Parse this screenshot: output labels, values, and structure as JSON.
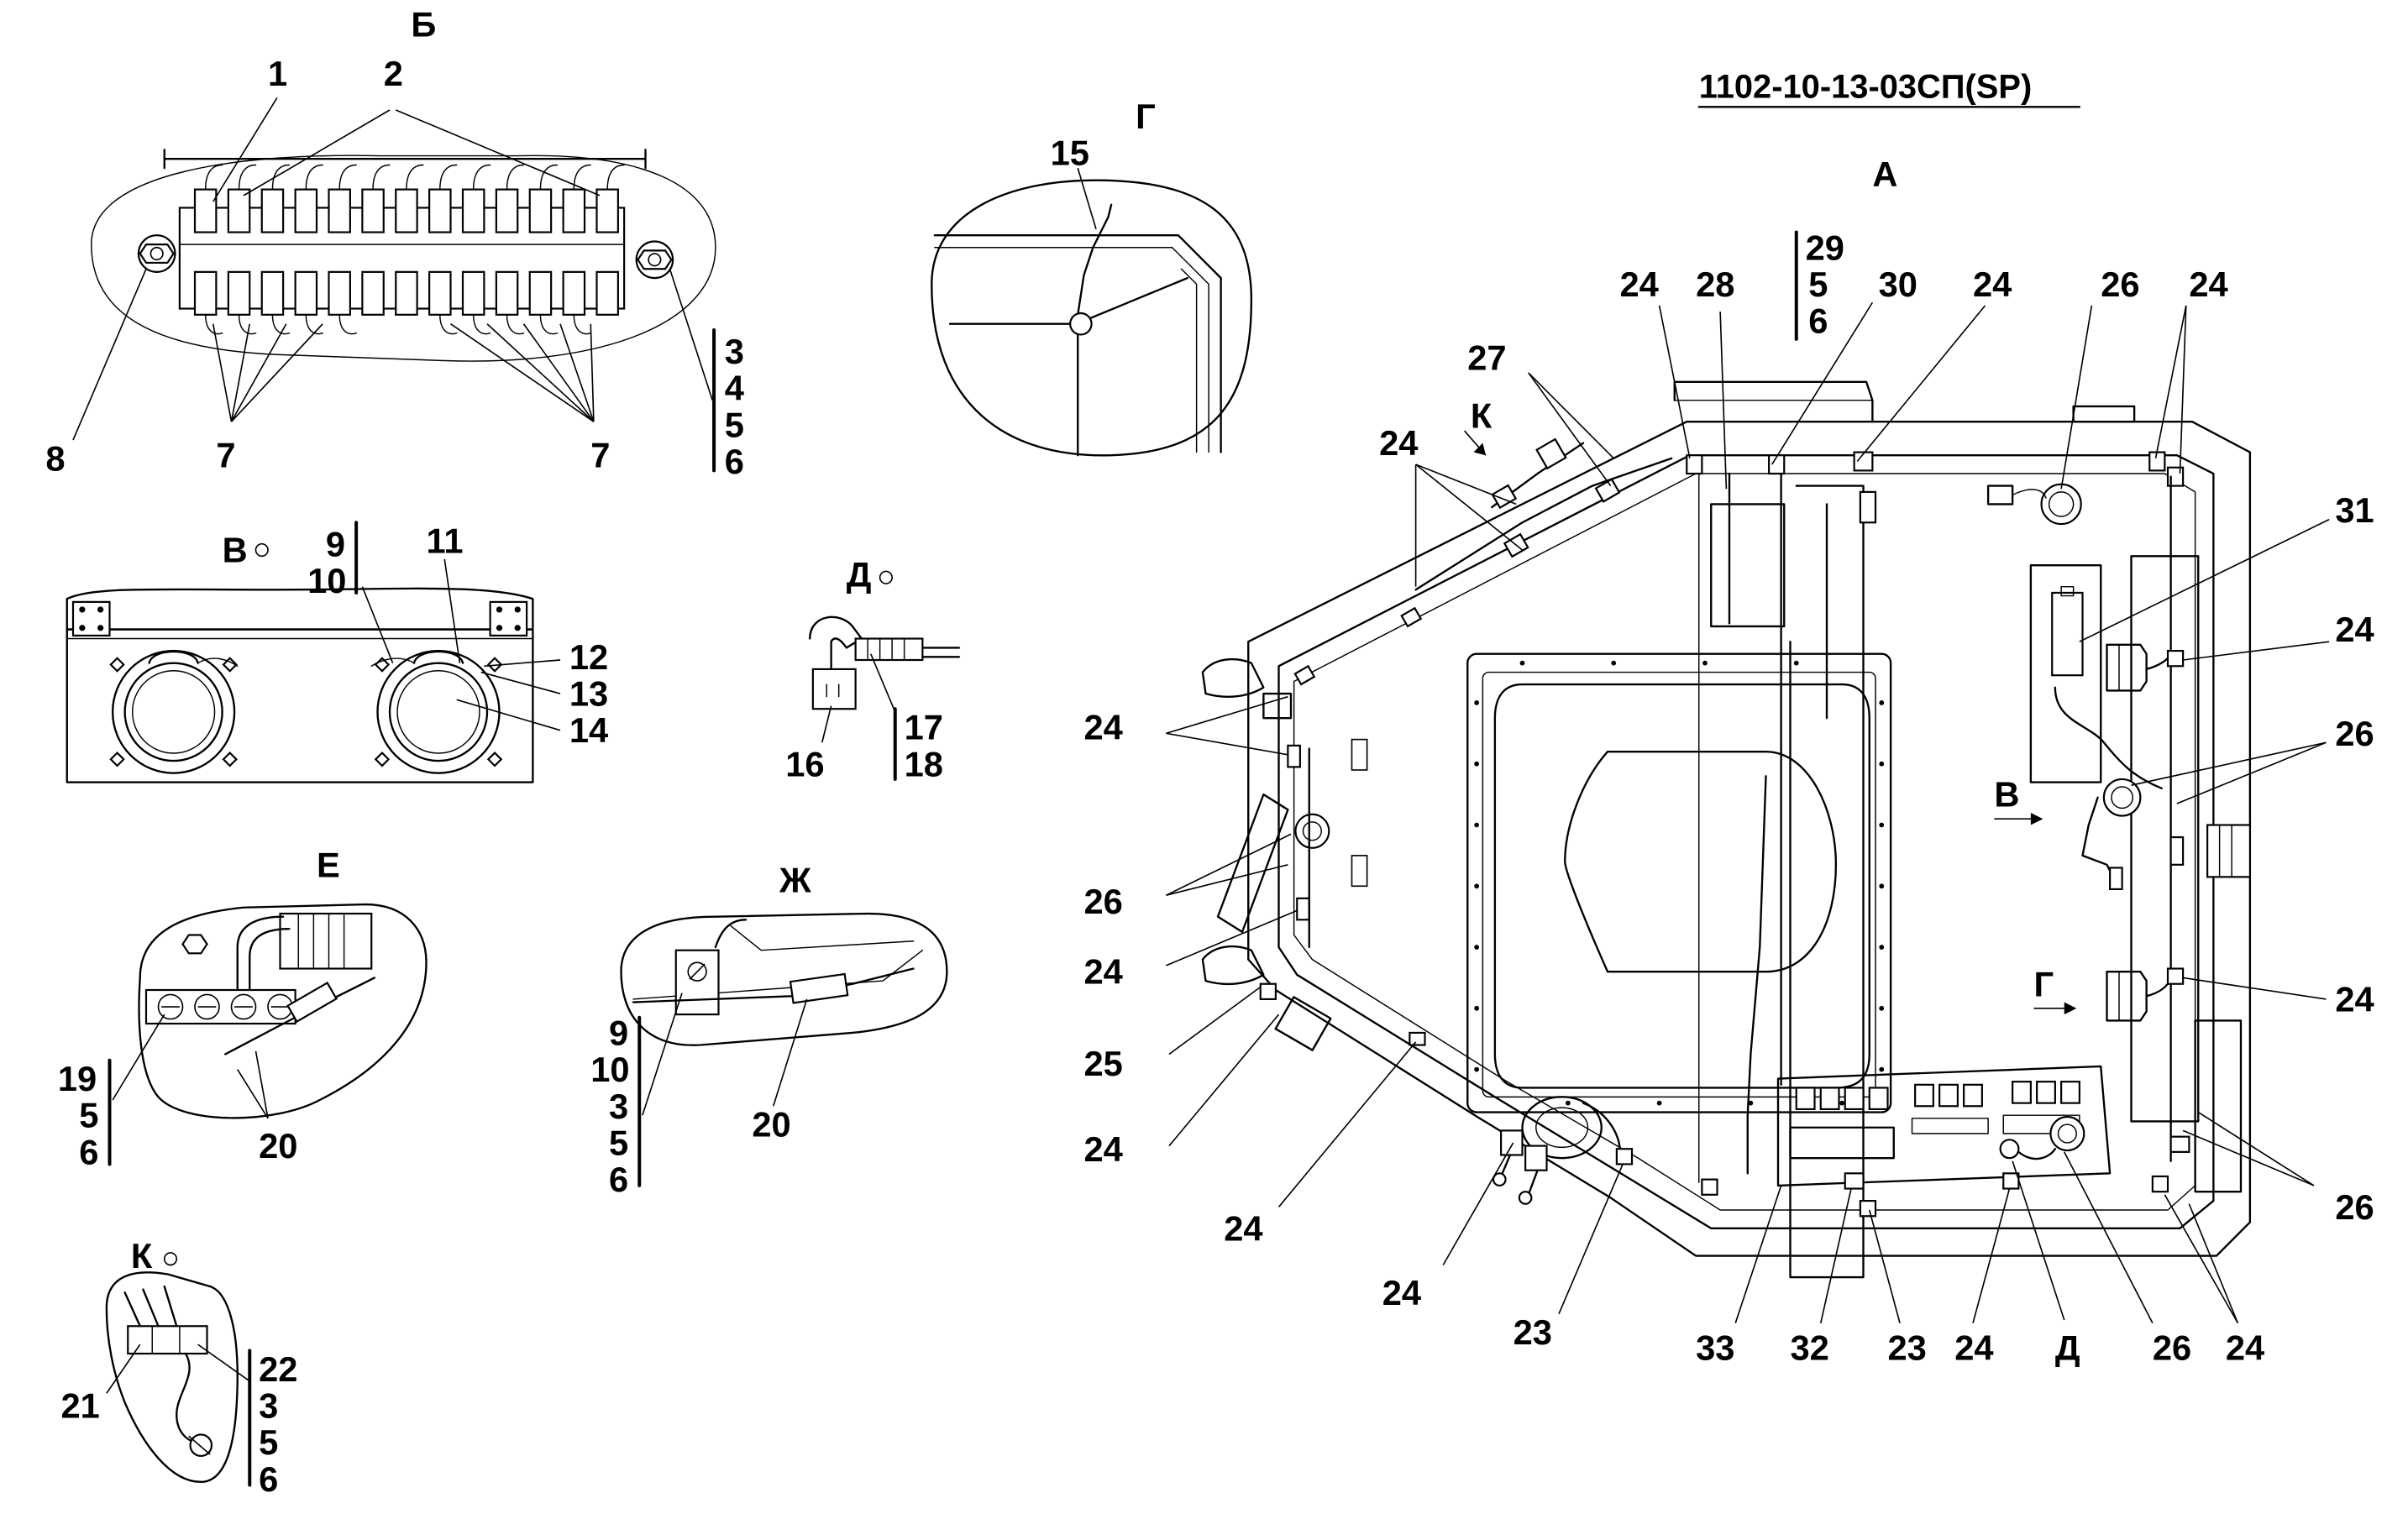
{
  "designation": "1102-10-13-03СП(SP)",
  "views": {
    "b": "Б",
    "v": "В",
    "g": "Г",
    "d": "Д",
    "e": "Е",
    "zh": "Ж",
    "k": "К",
    "a": "А"
  },
  "plan_markers": {
    "k": "К",
    "v": "В",
    "g": "Г",
    "d": "Д"
  },
  "callouts": {
    "c1": "1",
    "c2": "2",
    "c3": "3",
    "c4": "4",
    "c5": "5",
    "c6": "6",
    "c7": "7",
    "c8": "8",
    "c9": "9",
    "c10": "10",
    "c11": "11",
    "c12": "12",
    "c13": "13",
    "c14": "14",
    "c15": "15",
    "c16": "16",
    "c17": "17",
    "c18": "18",
    "c19": "19",
    "c20": "20",
    "c21": "21",
    "c22": "22",
    "c23": "23",
    "c24": "24",
    "c25": "25",
    "c26": "26",
    "c27": "27",
    "c28": "28",
    "c29": "29",
    "c30": "30",
    "c31": "31",
    "c32": "32",
    "c33": "33"
  }
}
